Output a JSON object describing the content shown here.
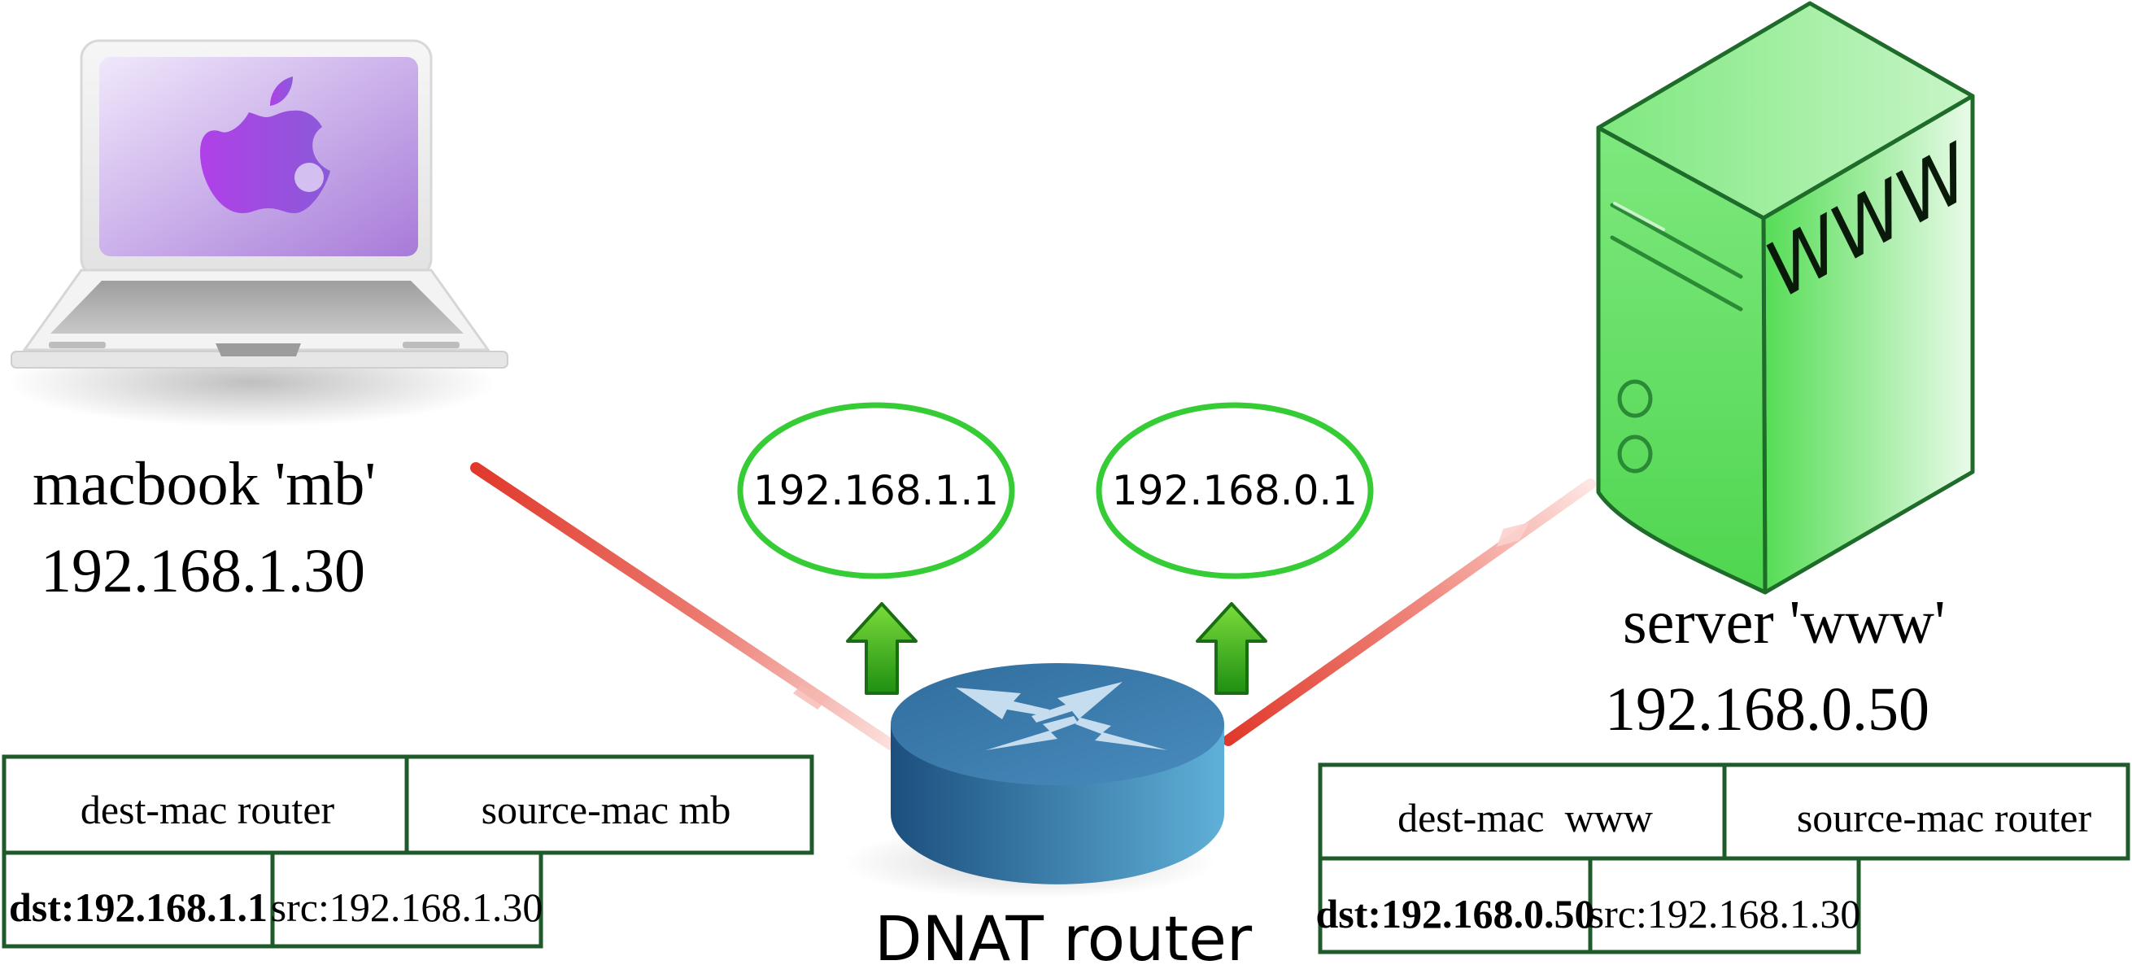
{
  "laptop": {
    "name": "macbook 'mb'",
    "ip": "192.168.1.30",
    "icon": "laptop-icon"
  },
  "server": {
    "name": "server 'www'",
    "ip": "192.168.0.50",
    "label": "WWW",
    "icon": "server-icon"
  },
  "router": {
    "name": "DNAT router",
    "icon": "router-icon",
    "interfaces": [
      {
        "ip": "192.168.1.1"
      },
      {
        "ip": "192.168.0.1"
      }
    ]
  },
  "left_packet": {
    "dest_mac": "dest-mac router",
    "source_mac": "source-mac mb",
    "dst": "dst:192.168.1.1",
    "src": "src:192.168.1.30"
  },
  "right_packet": {
    "dest_mac": "dest-mac  www",
    "source_mac": "source-mac router",
    "dst": "dst:192.168.0.50",
    "src": "src:192.168.1.30"
  },
  "colors": {
    "table_border": "#1f5a2a",
    "interface_ring": "#35cc35",
    "arrow_green": "#2fae1f",
    "link_red": "#e0392b",
    "server_green": "#5ee05e",
    "router_blue": "#2f6d9c"
  }
}
